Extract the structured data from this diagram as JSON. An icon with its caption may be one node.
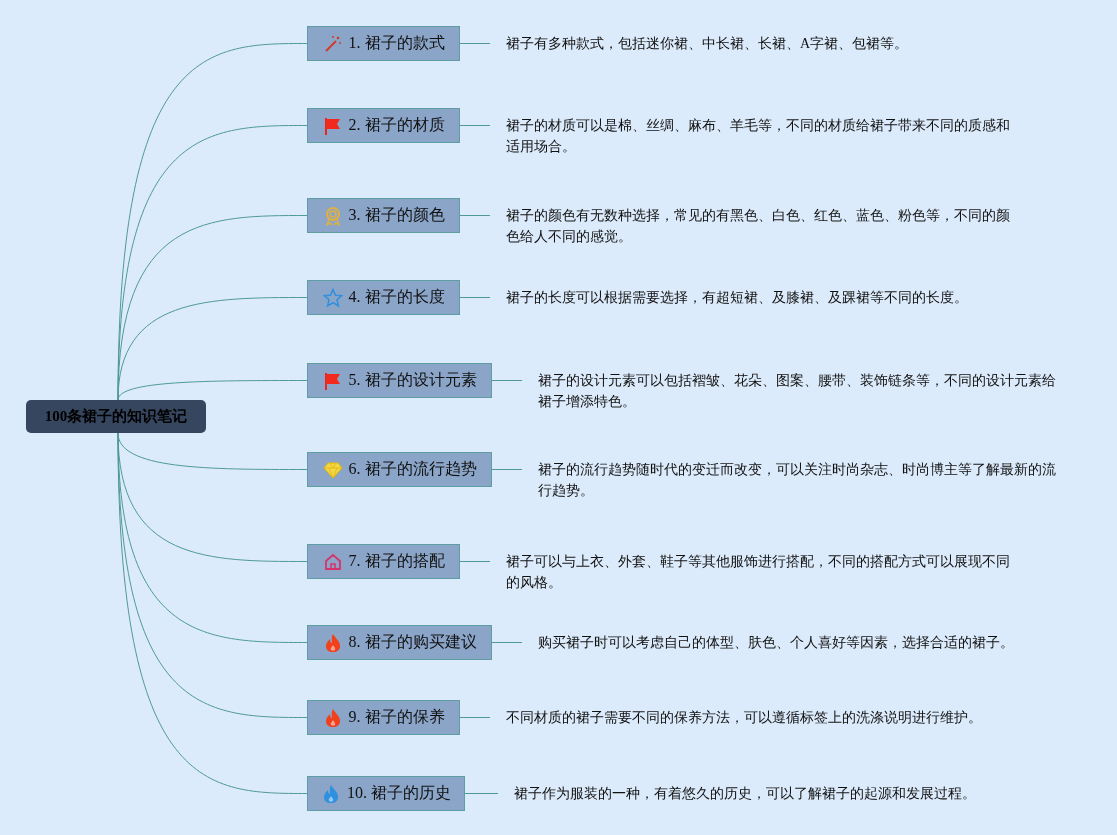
{
  "diagram": {
    "nodes": [
      {
        "text": [
          "100条裙子的知识笔记"
        ]
      },
      {
        "text": [
          "1. 裙子的款式"
        ]
      },
      {
        "text": [
          "裙子有多种款式，包括迷你裙、中长裙、长裙、A字裙、包裙等。"
        ]
      },
      {
        "text": [
          "2. 裙子的材质"
        ]
      },
      {
        "text": [
          "裙子的材质可以是棉、丝绸、麻布、羊毛等，不同的材质给裙子带来不同的质感和适用场合。"
        ]
      },
      {
        "text": [
          "3. 裙子的颜色"
        ]
      },
      {
        "text": [
          "裙子的颜色有无数种选择，常见的有黑色、白色、红色、蓝色、粉色等，不同的颜色给人不同的感觉。"
        ]
      },
      {
        "text": [
          "4. 裙子的长度"
        ]
      },
      {
        "text": [
          "裙子的长度可以根据需要选择，有超短裙、及膝裙、及踝裙等不同的长度。"
        ]
      },
      {
        "text": [
          "5. 裙子的设计元素"
        ]
      },
      {
        "text": [
          "裙子的设计元素可以包括褶皱、花朵、图案、腰带、装饰链条等，不同的设计元素给裙子增添特色。"
        ]
      },
      {
        "text": [
          "6. 裙子的流行趋势"
        ]
      },
      {
        "text": [
          "裙子的流行趋势随时代的变迁而改变，可以关注时尚杂志、时尚博主等了解最新的流行趋势。"
        ]
      },
      {
        "text": [
          "7. 裙子的搭配"
        ]
      },
      {
        "text": [
          "裙子可以与上衣、外套、鞋子等其他服饰进行搭配，不同的搭配方式可以展现不同的风格。"
        ]
      },
      {
        "text": [
          "8. 裙子的购买建议"
        ]
      },
      {
        "text": [
          "购买裙子时可以考虑自己的体型、肤色、个人喜好等因素，选择合适的裙子。"
        ]
      },
      {
        "text": [
          "9. 裙子的保养"
        ]
      },
      {
        "text": [
          "不同材质的裙子需要不同的保养方法，可以遵循标签上的洗涤说明进行维护。"
        ]
      },
      {
        "text": [
          "10. 裙子的历史"
        ]
      },
      {
        "text": [
          "裙子作为服装的一种，有着悠久的历史，可以了解裙子的起源和发展过程。"
        ]
      }
    ],
    "edges": [
      {
        "from": 0,
        "to": 1,
        "arrow": "none"
      },
      {
        "from": 1,
        "to": 2,
        "arrow": "none"
      },
      {
        "from": 0,
        "to": 3,
        "arrow": "none"
      },
      {
        "from": 3,
        "to": 4,
        "arrow": "none"
      },
      {
        "from": 0,
        "to": 5,
        "arrow": "none"
      },
      {
        "from": 5,
        "to": 6,
        "arrow": "none"
      },
      {
        "from": 0,
        "to": 7,
        "arrow": "none"
      },
      {
        "from": 7,
        "to": 8,
        "arrow": "none"
      },
      {
        "from": 0,
        "to": 9,
        "arrow": "none"
      },
      {
        "from": 9,
        "to": 10,
        "arrow": "none"
      },
      {
        "from": 0,
        "to": 11,
        "arrow": "none"
      },
      {
        "from": 11,
        "to": 12,
        "arrow": "none"
      },
      {
        "from": 0,
        "to": 13,
        "arrow": "none"
      },
      {
        "from": 13,
        "to": 14,
        "arrow": "none"
      },
      {
        "from": 0,
        "to": 15,
        "arrow": "none"
      },
      {
        "from": 15,
        "to": 16,
        "arrow": "none"
      },
      {
        "from": 0,
        "to": 17,
        "arrow": "none"
      },
      {
        "from": 17,
        "to": 18,
        "arrow": "none"
      },
      {
        "from": 0,
        "to": 19,
        "arrow": "none"
      },
      {
        "from": 19,
        "to": 20,
        "arrow": "none"
      }
    ]
  }
}
